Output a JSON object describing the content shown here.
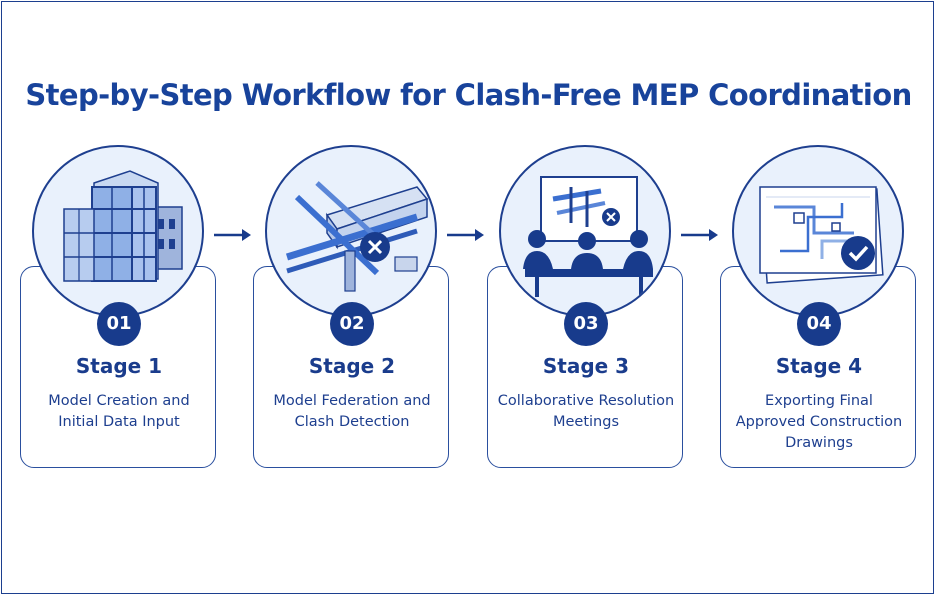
{
  "title": "Step-by-Step Workflow for Clash-Free MEP Coordination",
  "stages": [
    {
      "number": "01",
      "label": "Stage 1",
      "description": "Model Creation and Initial Data Input",
      "icon": "building-model-icon"
    },
    {
      "number": "02",
      "label": "Stage 2",
      "description": "Model Federation and Clash Detection",
      "icon": "pipe-clash-icon"
    },
    {
      "number": "03",
      "label": "Stage 3",
      "description": "Collaborative Resolution Meetings",
      "icon": "meeting-icon"
    },
    {
      "number": "04",
      "label": "Stage 4",
      "description": "Exporting Final Approved Construction Drawings",
      "icon": "approved-drawings-icon"
    }
  ],
  "colors": {
    "primary": "#183b8c",
    "accent": "#3b6fd0",
    "light": "#e9f1fc"
  }
}
